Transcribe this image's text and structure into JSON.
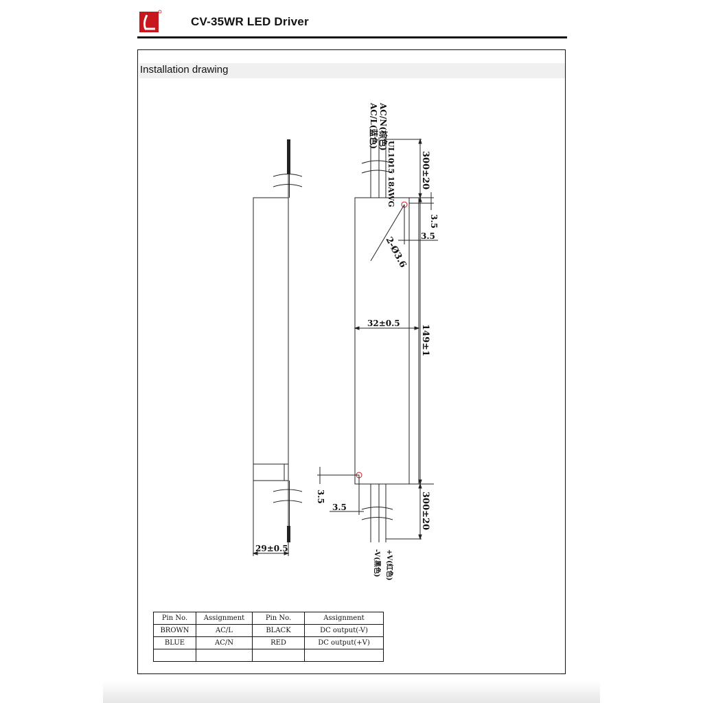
{
  "header": {
    "title": "CV-35WR LED Driver",
    "logo_text": "L",
    "registered_mark": "®",
    "brand_color": "#c8161d"
  },
  "section": {
    "title": "Installation drawing"
  },
  "drawing": {
    "labels": {
      "wire_acn": "AC/N(棕色)",
      "wire_acl": "AC/L(蓝色)",
      "cable_type": "UL1015  18AWG",
      "len_top": "300±20",
      "dim_35_a": "3.5",
      "dim_35_b": "3.5",
      "holes": "2-Ø3.6",
      "width": "32±0.5",
      "length": "149±1",
      "dim_35_c": "3.5",
      "dim_35_d": "3.5",
      "len_bottom": "300±20",
      "side_width": "29±0.5",
      "wire_pos": "+V(红色)",
      "wire_neg": "-V(黑色)"
    }
  },
  "pin_table": {
    "headers": [
      "Pin No.",
      "Assignment",
      "Pin No.",
      "Assignment"
    ],
    "rows": [
      [
        "BROWN",
        "AC/L",
        "BLACK",
        "DC output(-V)"
      ],
      [
        "BLUE",
        "AC/N",
        "RED",
        "DC output(+V)"
      ],
      [
        "",
        "",
        "",
        ""
      ]
    ]
  }
}
